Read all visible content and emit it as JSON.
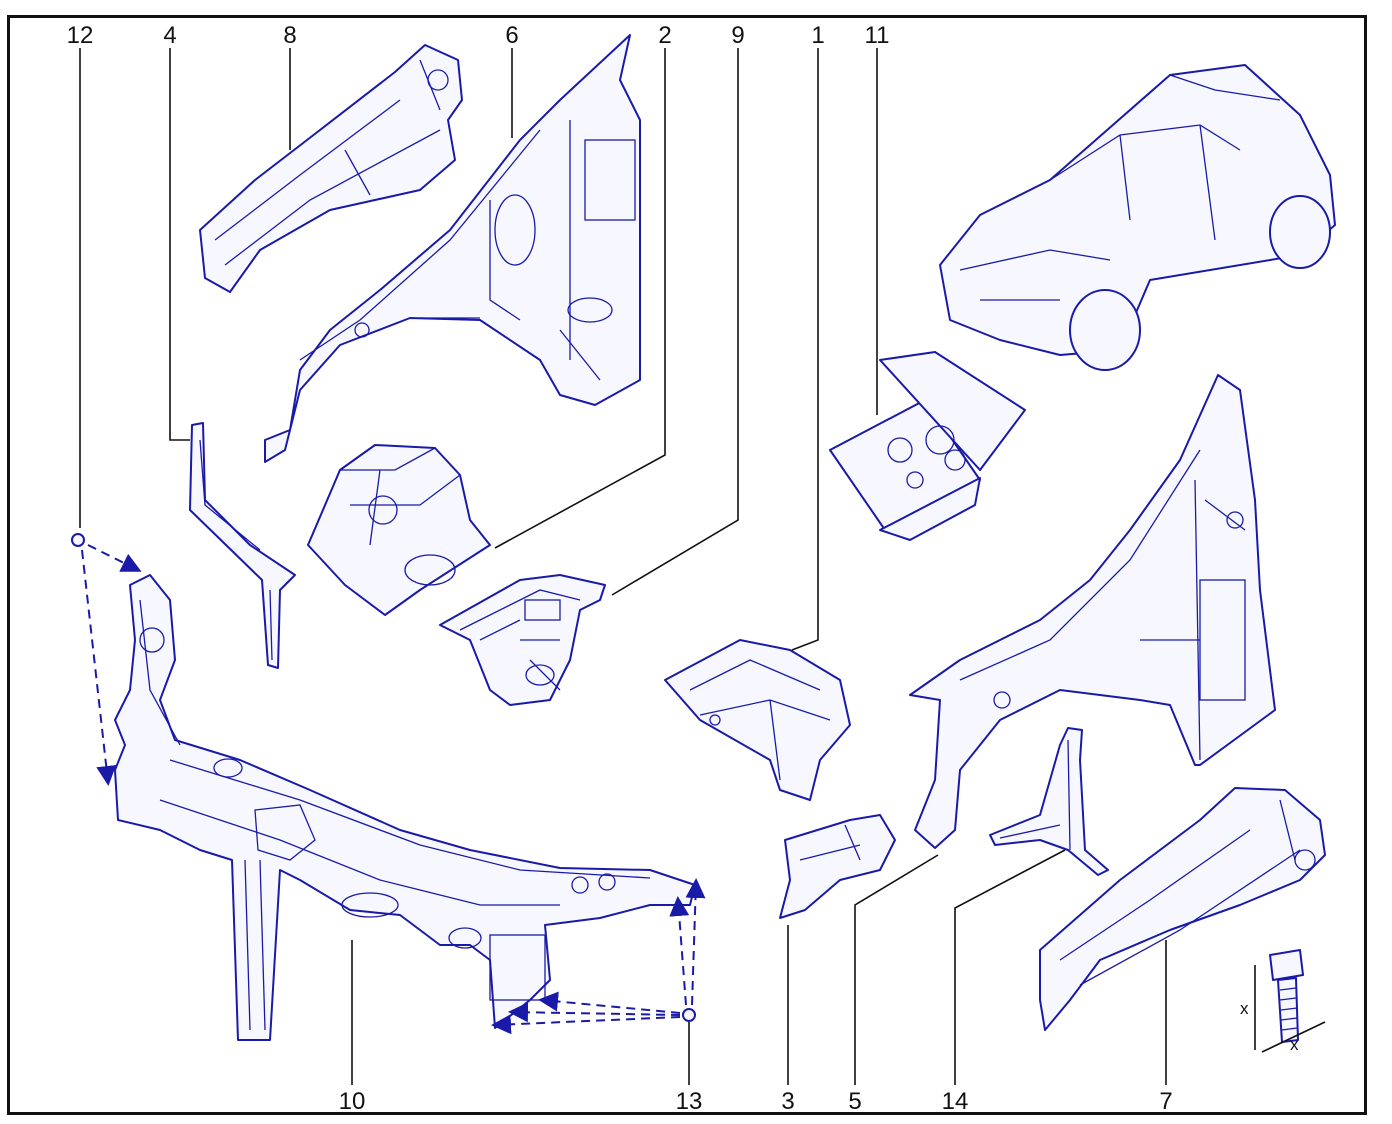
{
  "callouts": {
    "n12": "12",
    "n4": "4",
    "n8": "8",
    "n6": "6",
    "n2": "2",
    "n9": "9",
    "n1": "1",
    "n11": "11",
    "n10": "10",
    "n13": "13",
    "n3": "3",
    "n5": "5",
    "n14": "14",
    "n7": "7"
  },
  "dimension": {
    "x_vertical": "x",
    "x_horizontal": "x"
  },
  "colors": {
    "line": "#1a1aa8",
    "fill": "#f7f8ff",
    "frame": "#111111"
  }
}
